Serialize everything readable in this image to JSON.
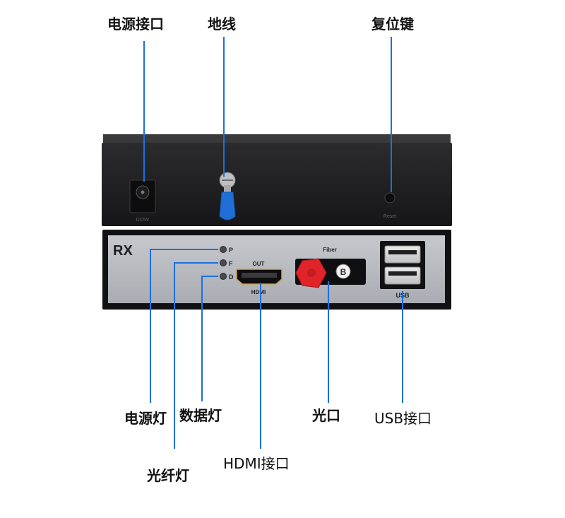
{
  "callouts": {
    "power_port": "电源接口",
    "ground": "地线",
    "reset_key": "复位键",
    "power_led": "电源灯",
    "data_led": "数据灯",
    "fiber_led": "光纤灯",
    "hdmi_port": "HDMI接口",
    "optical_port": "光口",
    "usb_port": "USB接口"
  },
  "device": {
    "model": "RX",
    "led_p": "P",
    "led_f": "F",
    "led_d": "D",
    "hdmi_out": "OUT",
    "hdmi_label": "HDMI",
    "fiber_label": "Fiber",
    "fiber_mark": "B",
    "usb_label": "USB",
    "top_power_label": "DC5V",
    "top_reset_label": "Reset"
  },
  "colors": {
    "leader_line": "#1e6fe0",
    "chassis": "#1b1b1d",
    "panel": "#b7bac0",
    "fiber_cap": "#e0242a",
    "screw_lug": "#1f6fd6"
  }
}
